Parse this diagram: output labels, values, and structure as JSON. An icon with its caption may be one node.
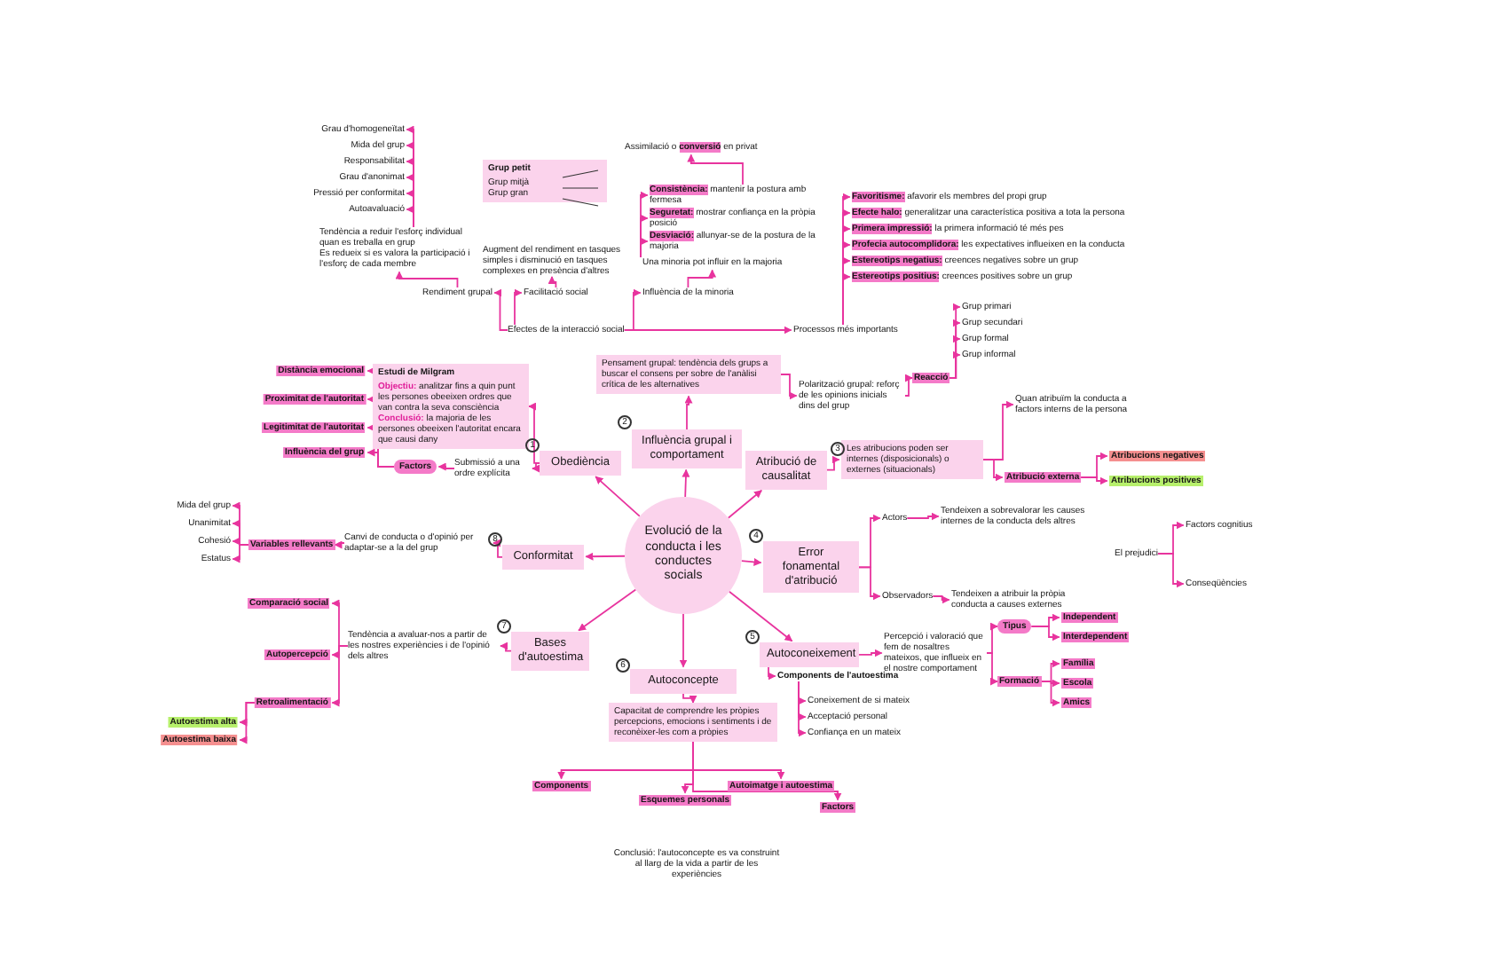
{
  "diagram": {
    "nodes": [
      {
        "text": [
          "Evolució de la conducta i les conductes socials"
        ]
      },
      {
        "text": [
          "Obediència"
        ]
      },
      {
        "text": [
          "Influència grupal i comportament"
        ]
      },
      {
        "text": [
          "Atribució de causalitat"
        ]
      },
      {
        "text": [
          "Error fonamental d'atribució"
        ]
      },
      {
        "text": [
          "Autoconeixement"
        ]
      },
      {
        "text": [
          "Autoconcepte"
        ]
      },
      {
        "text": [
          "Bases d'autoestima"
        ]
      },
      {
        "text": [
          "Conformitat"
        ]
      },
      {
        "text": [
          "Estudi de Milgram",
          "**Objectiu:** analitzar fins a quin punt les persones obeeixen ordres que van contra la seva consciència",
          "**Conclusió:** la majoria de les persones obeeixen l'autoritat encara que causi dany"
        ]
      },
      {
        "text": [
          "Factors"
        ]
      },
      {
        "text": [
          "Distància emocional"
        ]
      },
      {
        "text": [
          "Proximitat de l'autoritat"
        ]
      },
      {
        "text": [
          "Legitimitat de l'autoritat"
        ]
      },
      {
        "text": [
          "Influència del grup"
        ]
      },
      {
        "text": [
          "Submissió a una ordre explícita"
        ]
      },
      {
        "text": [
          "Canvi de conducta o d'opinió per adaptar-se a la del grup"
        ]
      },
      {
        "text": [
          "Variables rellevants"
        ]
      },
      {
        "text": [
          "Mida del grup"
        ]
      },
      {
        "text": [
          "Unanimitat"
        ]
      },
      {
        "text": [
          "Cohesió"
        ]
      },
      {
        "text": [
          "Estatus"
        ]
      },
      {
        "text": [
          "Tendència a avaluar-nos a partir de les nostres experiències i de l'opinió dels altres"
        ]
      },
      {
        "text": [
          "Comparació social"
        ]
      },
      {
        "text": [
          "Autopercepció"
        ]
      },
      {
        "text": [
          "Retroalimentació"
        ]
      },
      {
        "text": [
          "Autoestima alta"
        ]
      },
      {
        "text": [
          "Autoestima baixa"
        ]
      },
      {
        "text": [
          "Capacitat de comprendre les pròpies percepcions, emocions i sentiments i de reconèixer-les com a pròpies"
        ]
      },
      {
        "text": [
          "Components"
        ]
      },
      {
        "text": [
          "Esquemes personals"
        ]
      },
      {
        "text": [
          "Autoimatge i autoestima"
        ]
      },
      {
        "text": [
          "Factors"
        ]
      },
      {
        "text": [
          "Percepció i valoració que fem de nosaltres mateixos, que influeix en el nostre comportament"
        ]
      },
      {
        "text": [
          "Tipus"
        ]
      },
      {
        "text": [
          "Formació"
        ]
      },
      {
        "text": [
          "Independent"
        ]
      },
      {
        "text": [
          "Interdependent"
        ]
      },
      {
        "text": [
          "Família"
        ]
      },
      {
        "text": [
          "Escola"
        ]
      },
      {
        "text": [
          "Amics"
        ]
      },
      {
        "text": [
          "Components de l'autoestima"
        ]
      },
      {
        "text": [
          "Coneixement de si mateix"
        ]
      },
      {
        "text": [
          "Acceptació personal"
        ]
      },
      {
        "text": [
          "Confiança en un mateix"
        ]
      },
      {
        "text": [
          "Actors"
        ]
      },
      {
        "text": [
          "Observadors"
        ]
      },
      {
        "text": [
          "Tendeixen a sobrevalorar les causes internes de la conducta dels altres"
        ]
      },
      {
        "text": [
          "Tendeixen a atribuir la pròpia conducta a causes externes"
        ]
      },
      {
        "text": [
          "El prejudici"
        ]
      },
      {
        "text": [
          "Factors cognitius"
        ]
      },
      {
        "text": [
          "Conseqüències"
        ]
      },
      {
        "text": [
          "Les atribucions poden ser internes (disposicionals) o externes (situacionals)"
        ]
      },
      {
        "text": [
          "Quan atribuïm la conducta a factors interns de la persona"
        ]
      },
      {
        "text": [
          "Atribució externa"
        ]
      },
      {
        "text": [
          "Atribucions negatives"
        ]
      },
      {
        "text": [
          "Atribucions positives"
        ]
      },
      {
        "text": [
          "Pensament grupal: tendència dels grups a buscar el consens per sobre de l'anàlisi crítica de les alternatives"
        ]
      },
      {
        "text": [
          "Polarització grupal: reforç de les opinions inicials dins del grup"
        ]
      },
      {
        "text": [
          "Reacció"
        ]
      },
      {
        "text": [
          "Grup primari"
        ]
      },
      {
        "text": [
          "Grup secundari"
        ]
      },
      {
        "text": [
          "Grup formal"
        ]
      },
      {
        "text": [
          "Grup informal"
        ]
      },
      {
        "text": [
          "Efectes de la interacció social"
        ]
      },
      {
        "text": [
          "Rendiment grupal"
        ]
      },
      {
        "text": [
          "Facilitació social"
        ]
      },
      {
        "text": [
          "Influència de la minoria"
        ]
      },
      {
        "text": [
          "Processos més importants"
        ]
      },
      {
        "text": [
          "Tendència a reduir l'esforç individual quan es treballa en grup",
          "Es redueix si es valora la participació i l'esforç de cada membre"
        ]
      },
      {
        "text": [
          "Grau d'homogeneïtat"
        ]
      },
      {
        "text": [
          "Mida del grup"
        ]
      },
      {
        "text": [
          "Responsabilitat"
        ]
      },
      {
        "text": [
          "Grau d'anonimat"
        ]
      },
      {
        "text": [
          "Pressió per conformitat"
        ]
      },
      {
        "text": [
          "Autoavaluació"
        ]
      },
      {
        "text": [
          "Grup petit",
          "Grup mitjà",
          "Grup gran"
        ]
      },
      {
        "text": [
          "Augment del rendiment en tasques simples i disminució en tasques complexes en presència d'altres"
        ]
      },
      {
        "text": [
          "Una minoria pot influir en la majoria"
        ]
      },
      {
        "text": [
          "**Consistència:** mantenir la postura amb fermesa"
        ]
      },
      {
        "text": [
          "**Seguretat:** mostrar confiança en la pròpia posició"
        ]
      },
      {
        "text": [
          "**Desviació:** allunyar-se de la postura de la majoria"
        ]
      },
      {
        "text": [
          "Assimilació o **conversió** en privat"
        ]
      },
      {
        "text": [
          "**Favoritisme:** afavorir els membres del propi grup"
        ]
      },
      {
        "text": [
          "**Efecte halo:** generalitzar una característica positiva a tota la persona"
        ]
      },
      {
        "text": [
          "**Primera impressió:** la primera informació té més pes"
        ]
      },
      {
        "text": [
          "**Profecia autocomplidora:** les expectatives influeixen en la conducta"
        ]
      },
      {
        "text": [
          "**Estereotips negatius:** creences negatives sobre un grup"
        ]
      },
      {
        "text": [
          "**Estereotips positius:** creences positives sobre un grup"
        ]
      }
    ],
    "edges": [
      {
        "from": 0,
        "to": 1,
        "arrow": "to"
      },
      {
        "from": 0,
        "to": 2,
        "arrow": "to"
      },
      {
        "from": 0,
        "to": 3,
        "arrow": "to"
      },
      {
        "from": 0,
        "to": 4,
        "arrow": "to"
      },
      {
        "from": 0,
        "to": 5,
        "arrow": "to"
      },
      {
        "from": 0,
        "to": 6,
        "arrow": "to"
      },
      {
        "from": 0,
        "to": 7,
        "arrow": "to"
      },
      {
        "from": 0,
        "to": 8,
        "arrow": "to"
      },
      {
        "from": 1,
        "to": 9,
        "arrow": "to"
      },
      {
        "from": 1,
        "to": 15,
        "arrow": "to"
      },
      {
        "from": 15,
        "to": 10,
        "arrow": "to"
      },
      {
        "from": 10,
        "to": 11,
        "arrow": "to"
      },
      {
        "from": 10,
        "to": 12,
        "arrow": "to"
      },
      {
        "from": 10,
        "to": 13,
        "arrow": "to"
      },
      {
        "from": 10,
        "to": 14,
        "arrow": "to"
      },
      {
        "from": 8,
        "to": 16,
        "arrow": "to"
      },
      {
        "from": 16,
        "to": 17,
        "arrow": "to"
      },
      {
        "from": 17,
        "to": 18,
        "arrow": "to"
      },
      {
        "from": 17,
        "to": 19,
        "arrow": "to"
      },
      {
        "from": 17,
        "to": 20,
        "arrow": "to"
      },
      {
        "from": 17,
        "to": 21,
        "arrow": "to"
      },
      {
        "from": 7,
        "to": 22,
        "arrow": "to"
      },
      {
        "from": 22,
        "to": 23,
        "arrow": "to"
      },
      {
        "from": 22,
        "to": 24,
        "arrow": "to"
      },
      {
        "from": 22,
        "to": 25,
        "arrow": "to"
      },
      {
        "from": 25,
        "to": 26,
        "arrow": "to"
      },
      {
        "from": 25,
        "to": 27,
        "arrow": "to"
      },
      {
        "from": 6,
        "to": 28,
        "arrow": "to"
      },
      {
        "from": 28,
        "to": 29,
        "arrow": "to"
      },
      {
        "from": 28,
        "to": 30,
        "arrow": "to"
      },
      {
        "from": 28,
        "to": 31,
        "arrow": "to"
      },
      {
        "from": 28,
        "to": 32,
        "arrow": "to"
      },
      {
        "from": 5,
        "to": 33,
        "arrow": "to"
      },
      {
        "from": 33,
        "to": 34,
        "arrow": "to"
      },
      {
        "from": 33,
        "to": 35,
        "arrow": "to"
      },
      {
        "from": 34,
        "to": 36,
        "arrow": "to"
      },
      {
        "from": 34,
        "to": 37,
        "arrow": "to"
      },
      {
        "from": 35,
        "to": 38,
        "arrow": "to"
      },
      {
        "from": 35,
        "to": 39,
        "arrow": "to"
      },
      {
        "from": 35,
        "to": 40,
        "arrow": "to"
      },
      {
        "from": 5,
        "to": 41,
        "arrow": "to"
      },
      {
        "from": 41,
        "to": 42,
        "arrow": "to"
      },
      {
        "from": 41,
        "to": 43,
        "arrow": "to"
      },
      {
        "from": 41,
        "to": 44,
        "arrow": "to"
      },
      {
        "from": 4,
        "to": 45,
        "arrow": "to"
      },
      {
        "from": 4,
        "to": 46,
        "arrow": "to"
      },
      {
        "from": 45,
        "to": 47,
        "arrow": "to"
      },
      {
        "from": 46,
        "to": 48,
        "arrow": "to"
      },
      {
        "from": 49,
        "to": 50,
        "arrow": "to"
      },
      {
        "from": 49,
        "to": 51,
        "arrow": "to"
      },
      {
        "from": 3,
        "to": 52,
        "arrow": "to"
      },
      {
        "from": 52,
        "to": 53,
        "arrow": "to"
      },
      {
        "from": 52,
        "to": 54,
        "arrow": "to"
      },
      {
        "from": 54,
        "to": 55,
        "arrow": "to"
      },
      {
        "from": 54,
        "to": 56,
        "arrow": "to"
      },
      {
        "from": 2,
        "to": 57,
        "arrow": "to"
      },
      {
        "from": 57,
        "to": 58,
        "arrow": "to"
      },
      {
        "from": 58,
        "to": 59,
        "arrow": "to"
      },
      {
        "from": 59,
        "to": 60,
        "arrow": "to"
      },
      {
        "from": 59,
        "to": 61,
        "arrow": "to"
      },
      {
        "from": 59,
        "to": 62,
        "arrow": "to"
      },
      {
        "from": 59,
        "to": 63,
        "arrow": "to"
      },
      {
        "from": 64,
        "to": 65,
        "arrow": "to"
      },
      {
        "from": 64,
        "to": 66,
        "arrow": "to"
      },
      {
        "from": 64,
        "to": 67,
        "arrow": "to"
      },
      {
        "from": 64,
        "to": 68,
        "arrow": "to"
      },
      {
        "from": 65,
        "to": 69,
        "arrow": "to"
      },
      {
        "from": 69,
        "to": 70,
        "arrow": "to"
      },
      {
        "from": 69,
        "to": 71,
        "arrow": "to"
      },
      {
        "from": 69,
        "to": 72,
        "arrow": "to"
      },
      {
        "from": 69,
        "to": 73,
        "arrow": "to"
      },
      {
        "from": 69,
        "to": 74,
        "arrow": "to"
      },
      {
        "from": 69,
        "to": 75,
        "arrow": "to"
      },
      {
        "from": 66,
        "to": 77,
        "arrow": "to"
      },
      {
        "from": 67,
        "to": 78,
        "arrow": "to"
      },
      {
        "from": 78,
        "to": 79,
        "arrow": "to"
      },
      {
        "from": 78,
        "to": 80,
        "arrow": "to"
      },
      {
        "from": 78,
        "to": 81,
        "arrow": "to"
      },
      {
        "from": 79,
        "to": 82,
        "arrow": "to"
      },
      {
        "from": 68,
        "to": 83,
        "arrow": "to"
      },
      {
        "from": 68,
        "to": 84,
        "arrow": "to"
      },
      {
        "from": 68,
        "to": 85,
        "arrow": "to"
      },
      {
        "from": 68,
        "to": 86,
        "arrow": "to"
      },
      {
        "from": 68,
        "to": 87,
        "arrow": "to"
      },
      {
        "from": 68,
        "to": 88,
        "arrow": "to"
      }
    ],
    "labels": [
      "1",
      "2",
      "3",
      "4",
      "5",
      "6",
      "7",
      "8",
      "Conclusió: l'autoconcepte es va construint al llarg de la vida a partir de les experiències"
    ]
  }
}
